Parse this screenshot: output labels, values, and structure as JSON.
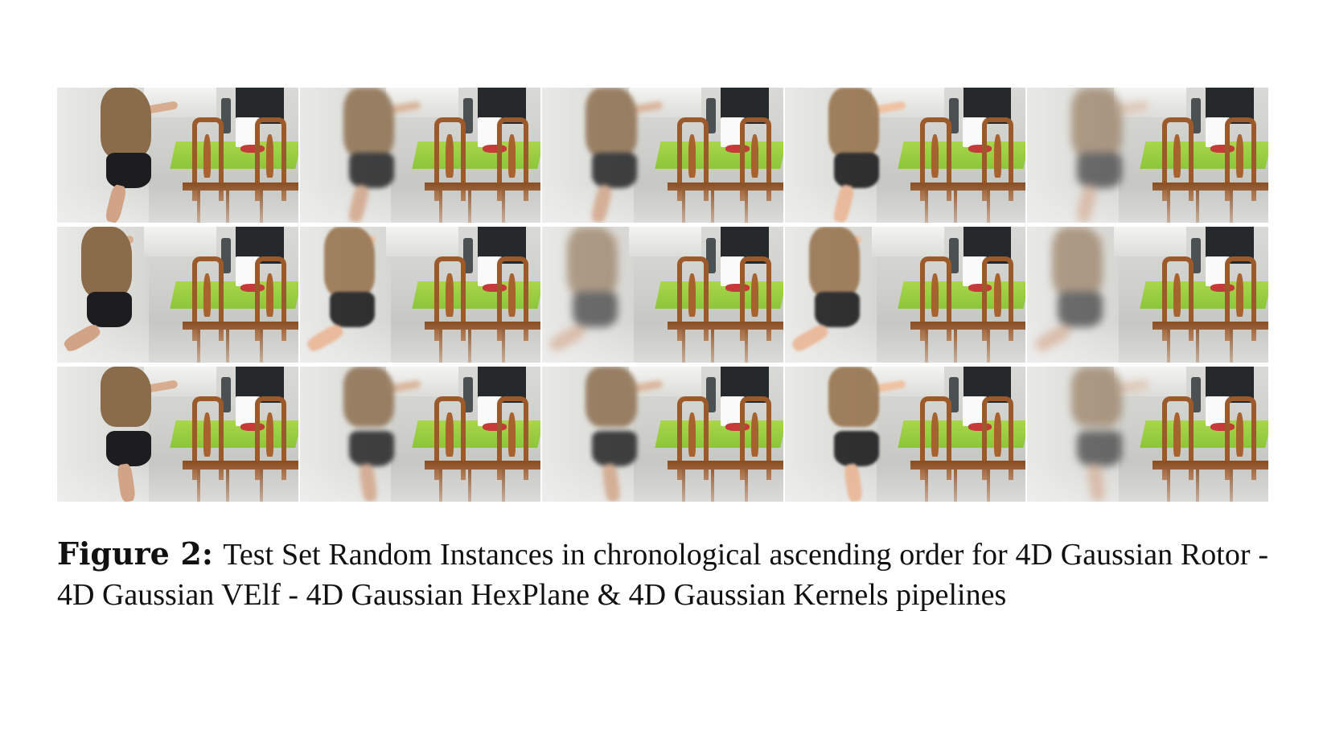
{
  "figure": {
    "rows": 3,
    "columns": 5,
    "frames": [
      {
        "row": 0,
        "col": 0,
        "variant": "sharp"
      },
      {
        "row": 0,
        "col": 1,
        "variant": "blur"
      },
      {
        "row": 0,
        "col": 2,
        "variant": "blur"
      },
      {
        "row": 0,
        "col": 3,
        "variant": "noisy"
      },
      {
        "row": 0,
        "col": 4,
        "variant": "faint"
      },
      {
        "row": 1,
        "col": 0,
        "variant": "sharp"
      },
      {
        "row": 1,
        "col": 1,
        "variant": "noisy"
      },
      {
        "row": 1,
        "col": 2,
        "variant": "faint"
      },
      {
        "row": 1,
        "col": 3,
        "variant": "noisy"
      },
      {
        "row": 1,
        "col": 4,
        "variant": "faint"
      },
      {
        "row": 2,
        "col": 0,
        "variant": "sharp"
      },
      {
        "row": 2,
        "col": 1,
        "variant": "blur"
      },
      {
        "row": 2,
        "col": 2,
        "variant": "blur"
      },
      {
        "row": 2,
        "col": 3,
        "variant": "noisy"
      },
      {
        "row": 2,
        "col": 4,
        "variant": "faint"
      }
    ]
  },
  "caption": {
    "label": "Figure 2:",
    "text": "Test Set Random Instances in chronological ascending order for 4D Gaussian Rotor - 4D Gaussian VElf - 4D Gaussian HexPlane & 4D Gaussian Kernels pipelines"
  }
}
